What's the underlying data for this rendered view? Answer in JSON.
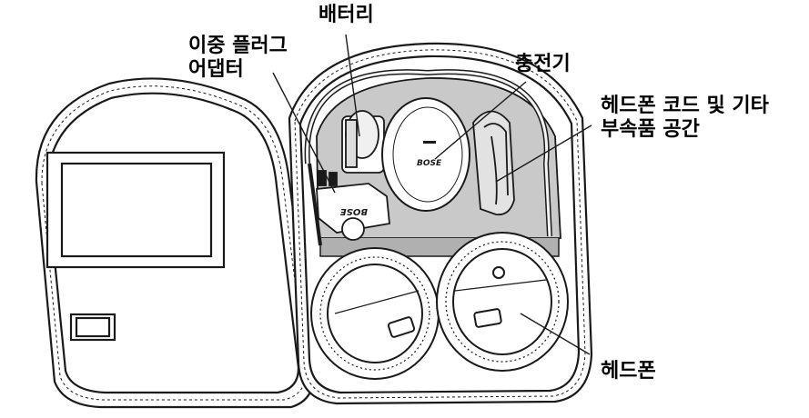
{
  "labels": {
    "adapter": [
      "이중 플러그",
      "어댑터"
    ],
    "battery": "배터리",
    "charger": "충전기",
    "storage": [
      "헤드폰 코드 및 기타",
      "부속품 공간"
    ],
    "headphones": "헤드폰"
  },
  "brand": "BOSE",
  "colors": {
    "line": "#1a1a1a",
    "tray": "#c9c9c9",
    "fill": "#ffffff",
    "shadow": "#9a9a9a"
  }
}
